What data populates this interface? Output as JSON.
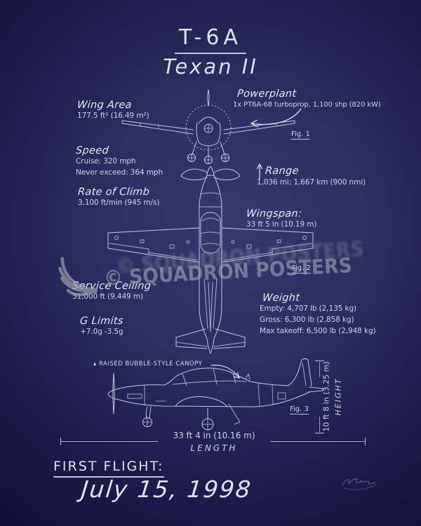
{
  "colors": {
    "background_edge": "#141038",
    "background_center": "#343a6c",
    "text": "#dde2f1",
    "linework": "#c9d1e7",
    "watermark": "#9e9fac"
  },
  "title": {
    "model": "T-6A",
    "name": "Texan II"
  },
  "specs": {
    "wing_area": {
      "label": "Wing Area",
      "value": "177.5 ft² (16.49 m²)"
    },
    "speed": {
      "label": "Speed",
      "line1": "Cruise: 320 mph",
      "line2": "Never exceed: 364 mph"
    },
    "rate_of_climb": {
      "label": "Rate of Climb",
      "value": "3,100 ft/min (945 m/s)"
    },
    "service_ceiling": {
      "label": "Service Ceiling",
      "value": "31,000 ft (9,449 m)"
    },
    "g_limits": {
      "label": "G Limits",
      "value": "+7.0g -3.5g"
    },
    "powerplant": {
      "label": "Powerplant",
      "value": "1x PT6A-68 turboprop, 1,100 shp (820 kW)"
    },
    "range": {
      "label": "Range",
      "value": "1,036 mi; 1,667 km (900 nmi)"
    },
    "wingspan": {
      "label": "Wingspan:",
      "value": "33 ft 5 in (10.19 m)"
    },
    "weight": {
      "label": "Weight",
      "line1": "Empty: 4,707 lb (2,135 kg)",
      "line2": "Gross: 6,300 lb (2,858 kg)",
      "line3": "Max takeoff: 6,500 lb (2,948 kg)"
    }
  },
  "figures": {
    "fig1": "Fig. 1",
    "fig2": "Fig. 2",
    "fig3": "Fig. 3"
  },
  "annotations": {
    "canopy_marker": "▴",
    "canopy_text": "RAISED BUBBLE-STYLE CANOPY"
  },
  "dimensions": {
    "length": {
      "value": "33 ft 4 in (10.16 m)",
      "label": "LENGTH"
    },
    "height": {
      "value": "10 ft 8 in (3.25 m)",
      "label": "HEIGHT"
    }
  },
  "footer": {
    "label": "FIRST FLIGHT:",
    "date": "July 15, 1998"
  },
  "watermark": {
    "text": "© SQUADRON POSTERS"
  }
}
